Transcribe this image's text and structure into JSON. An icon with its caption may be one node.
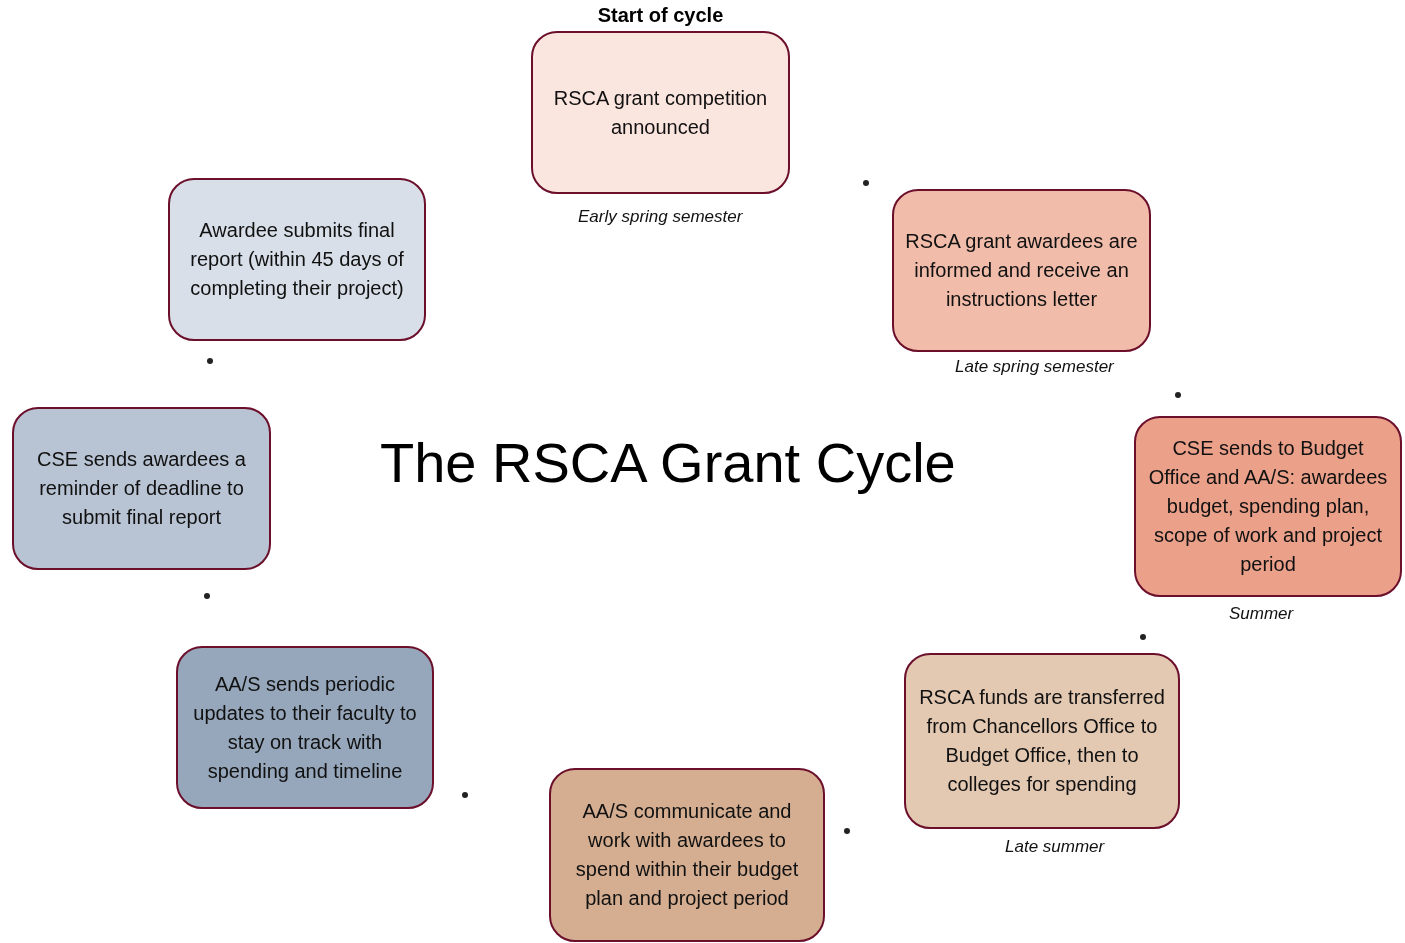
{
  "diagram": {
    "title": "The RSCA Grant Cycle",
    "nodes": [
      {
        "text": [
          "Start of cycle",
          "RSCA grant competition announced"
        ],
        "beside": [
          "Early spring semester"
        ]
      },
      {
        "text": [
          "RSCA grant awardees are informed and receive an instructions letter"
        ],
        "beside": [
          "Late spring semester"
        ]
      },
      {
        "text": [
          "CSE sends to Budget Office and AA/S: awardees budget, spending plan, scope of work and project period"
        ],
        "beside": [
          "Summer"
        ]
      },
      {
        "text": [
          "RSCA funds are transferred from Chancellors Office to Budget Office, then to colleges for spending"
        ],
        "beside": [
          "Late summer"
        ]
      },
      {
        "text": [
          "AA/S communicate and work with awardees to spend within their budget plan and project period"
        ]
      },
      {
        "text": [
          "AA/S sends periodic updates to their faculty to stay on track with spending and timeline"
        ]
      },
      {
        "text": [
          "CSE sends awardees a reminder of deadline to submit final report"
        ]
      },
      {
        "text": [
          "Awardee submits final report (within 45 days of completing their project)"
        ]
      }
    ]
  }
}
